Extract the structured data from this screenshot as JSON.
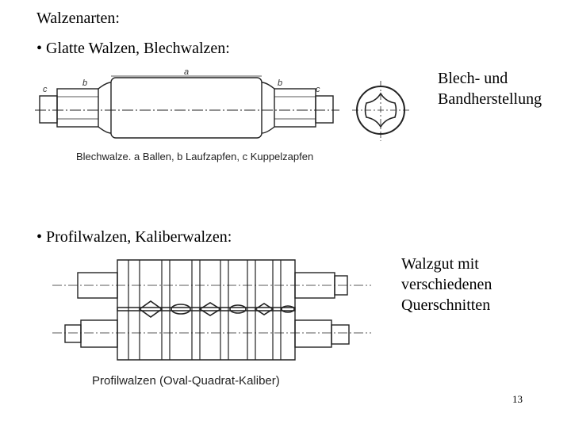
{
  "slide": {
    "title": "Walzenarten:",
    "bullet1": "• Glatte Walzen, Blechwalzen:",
    "note1_line1": "Blech- und",
    "note1_line2": "Bandherstellung",
    "bullet2": "• Profilwalzen, Kaliberwalzen:",
    "note2_line1": "Walzgut mit",
    "note2_line2": "verschiedenen",
    "note2_line3": "Querschnitten",
    "page_number": "13"
  },
  "figure1": {
    "caption": "Blechwalze. a Ballen, b Laufzapfen, c Kuppelzapfen",
    "labels": {
      "a": "a",
      "b": "b",
      "c": "c"
    }
  },
  "figure2": {
    "caption": "Profilwalzen (Oval-Quadrat-Kaliber)"
  }
}
